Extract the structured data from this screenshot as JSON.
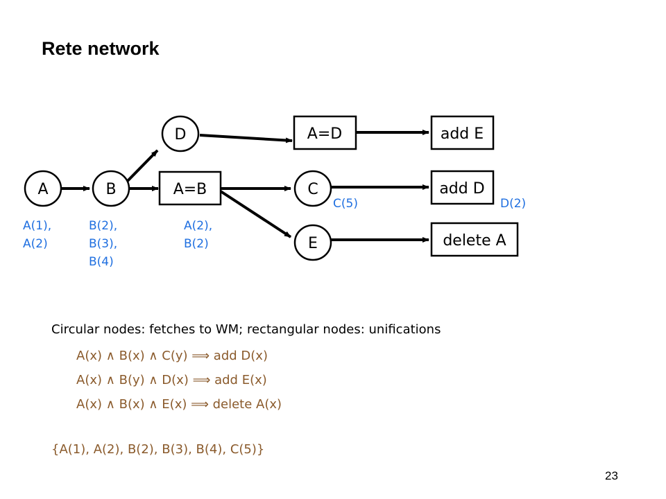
{
  "title": "Rete network",
  "nodes": {
    "A": "A",
    "B": "B",
    "D": "D",
    "A_eq_B": "A=B",
    "A_eq_D": "A=D",
    "C": "C",
    "E": "E",
    "add_E": "add E",
    "add_D": "add D",
    "delete_A": "delete A"
  },
  "annotations": {
    "A": [
      "A(1),",
      "A(2)"
    ],
    "B": [
      "B(2),",
      "B(3),",
      "B(4)"
    ],
    "A_eq_B": [
      "A(2),",
      "B(2)"
    ],
    "C": "C(5)",
    "add_D": "D(2)"
  },
  "caption": "Circular nodes: fetches to WM; rectangular nodes: unifications",
  "rules": [
    "A(x) ∧ B(x) ∧ C(y) ⟹ add D(x)",
    "A(x) ∧ B(y) ∧ D(x) ⟹ add E(x)",
    "A(x) ∧ B(x) ∧ E(x) ⟹ delete A(x)"
  ],
  "facts": "{A(1), A(2), B(2), B(3), B(4), C(5)}",
  "page_number": "23",
  "colors": {
    "annotation": "#1f6fe0",
    "rule_text": "#8a5a2b",
    "node_stroke": "#000000"
  }
}
